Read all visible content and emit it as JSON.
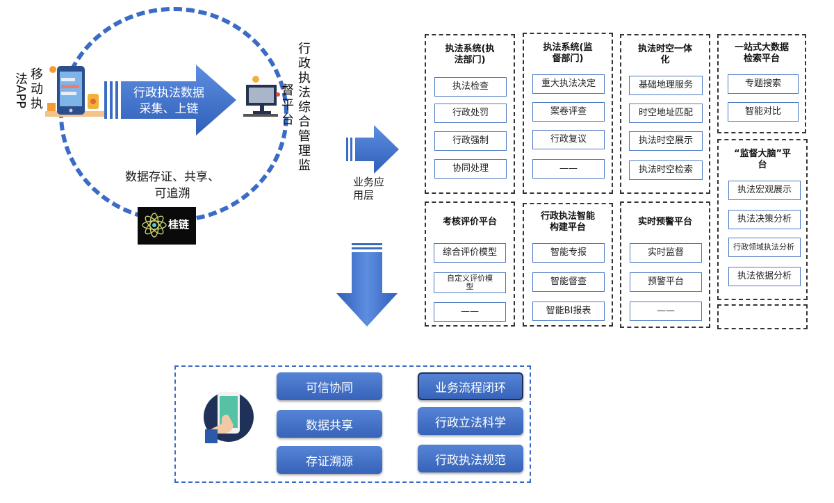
{
  "top_left": {
    "mobile_app_label": [
      "移",
      "动",
      "执",
      "法APP"
    ],
    "arrow_label": [
      "行政执法数据",
      "采集、上链"
    ],
    "platform_label": [
      "行",
      "政",
      "执",
      "法",
      "综",
      "合",
      "管",
      "理",
      "监",
      "督",
      "平",
      "台"
    ],
    "storage_label": [
      "数据存证、共享、",
      "可追溯"
    ],
    "chain_logo_text": "桂链"
  },
  "mid_arrow_label": [
    "业务应",
    "用层"
  ],
  "panels": [
    {
      "title": [
        "执法系统(执",
        "法部门)"
      ],
      "items": [
        "执法检查",
        "行政处罚",
        "行政强制",
        "协同处理"
      ]
    },
    {
      "title": [
        "执法系统(监",
        "督部门)"
      ],
      "items": [
        "重大执法决定",
        "案卷评查",
        "行政复议",
        "——"
      ]
    },
    {
      "title": [
        "执法时空一体",
        "化"
      ],
      "items": [
        "基础地理服务",
        "时空地址匹配",
        "执法时空展示",
        "执法时空检索"
      ]
    },
    {
      "title": [
        "一站式大数据",
        "检索平台"
      ],
      "items": [
        "专题搜索",
        "智能对比"
      ]
    },
    {
      "title": [
        "考核评价平台"
      ],
      "items": [
        "综合评价模型",
        "自定义评价模型",
        "——"
      ]
    },
    {
      "title": [
        "行政执法智能",
        "构建平台"
      ],
      "items": [
        "智能专报",
        "智能督查",
        "智能BI报表"
      ]
    },
    {
      "title": [
        "实时预警平台"
      ],
      "items": [
        "实时监督",
        "预警平台",
        "——"
      ]
    },
    {
      "title": [
        "“监督大脑”平",
        "台"
      ],
      "items": [
        "执法宏观展示",
        "执法决策分析",
        "行政领域执法分析",
        "执法依据分析"
      ]
    }
  ],
  "bottom": {
    "left_pills": [
      "可信协同",
      "数据共享",
      "存证溯源"
    ],
    "right_pills": [
      "业务流程闭环",
      "行政立法科学",
      "行政执法规范"
    ]
  },
  "colors": {
    "accent_blue": "#3a6bc6",
    "pill_blue": "#4a76c9",
    "border_dark": "#333333"
  }
}
